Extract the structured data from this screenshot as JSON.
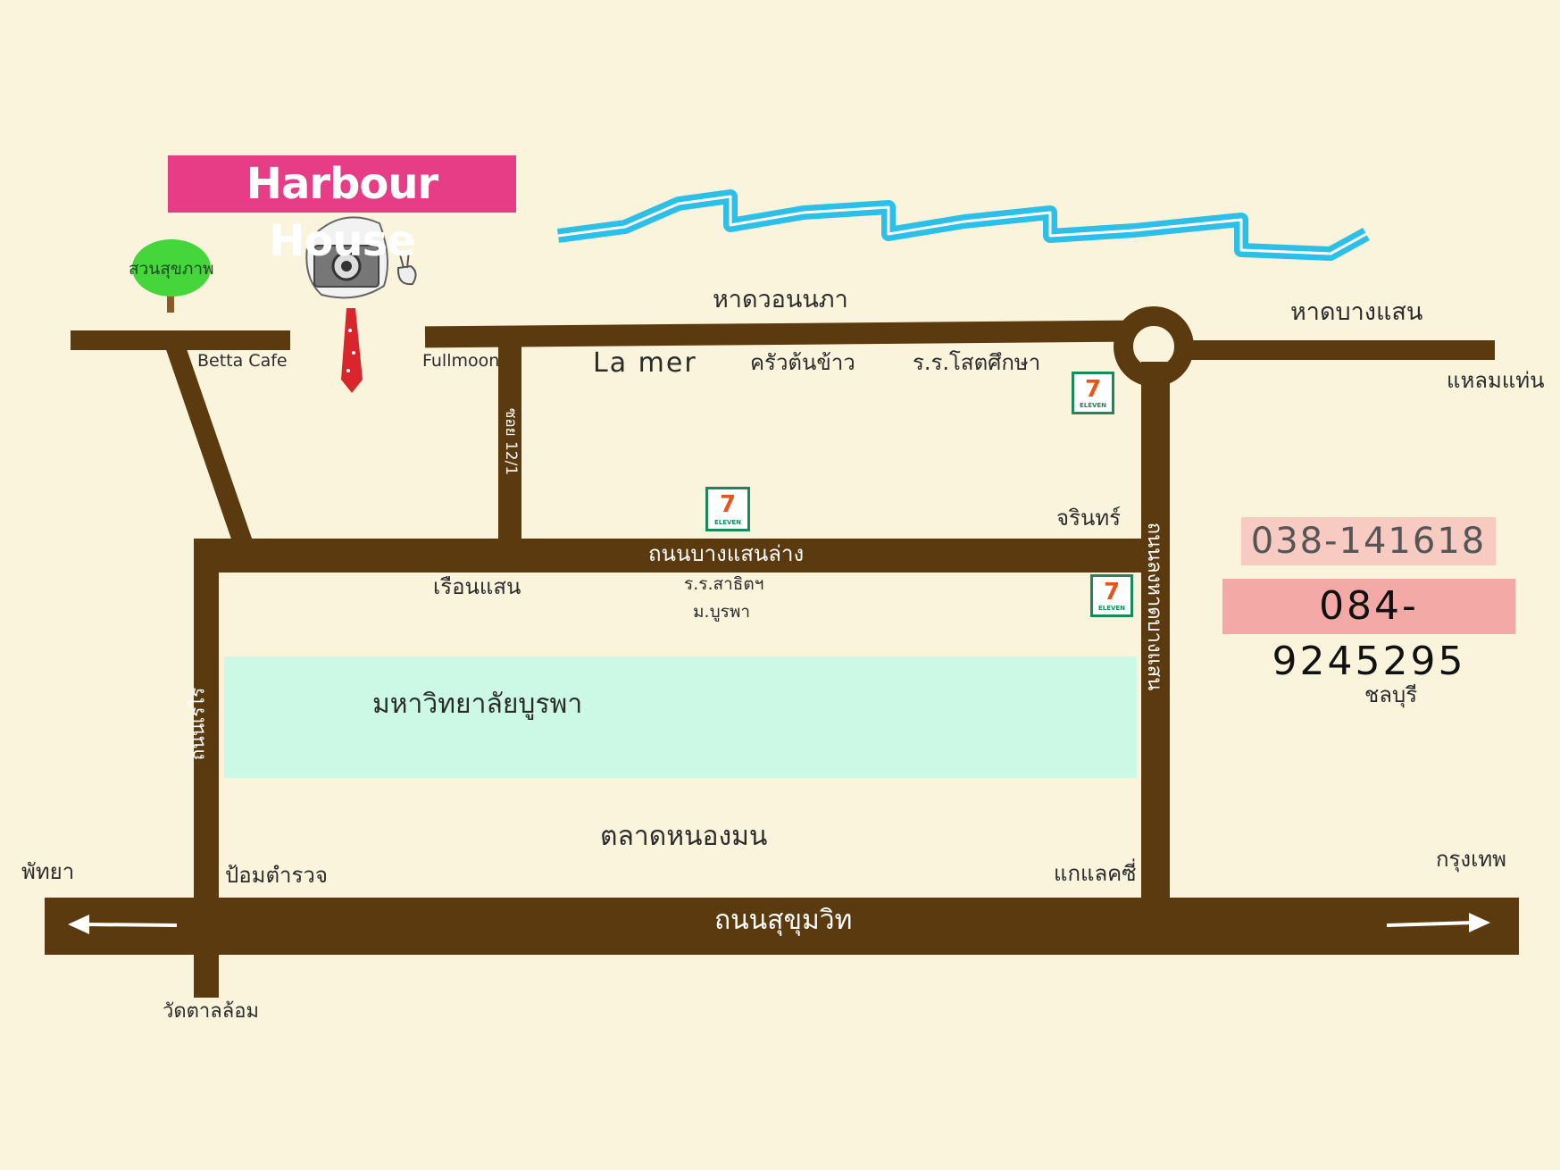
{
  "title": "Harbour House",
  "phones": {
    "phone1": "038-141618",
    "phone2": "084-9245295"
  },
  "places": {
    "park": "สวนสุขภาพ",
    "betta_cafe": "Betta Cafe",
    "fullmoon": "Fullmoon",
    "la_mer": "La mer",
    "krua_ton_khao": "ครัวต้นข้าว",
    "school_sod": "ร.ร.โสตศึกษา",
    "charin": "จรินทร์",
    "ruean_saen": "เรือนแสน",
    "satit_school": "ร.ร.สาธิตฯ",
    "burapha_short": "ม.บูรพา",
    "university": "มหาวิทยาลัยบูรพา",
    "market": "ตลาดหนองมน",
    "police_box": "ป้อมตำรวจ",
    "galaxy": "แกแลคซี่",
    "temple": "วัดตาลล้อม",
    "bang_saen_beach": "หาดบางแสน",
    "won_nopha_beach": "หาดวอนนภา",
    "laem_taen": "แหลมแท่น",
    "chonburi": "ชลบุรี",
    "pattaya": "พัทยา",
    "bangkok": "กรุงเทพ"
  },
  "roads": {
    "bang_saen_lang": "ถนนบางแสนล่าง",
    "sukhumvit": "ถนนสุขุมวิท",
    "soi": "ซอย 12/1",
    "long_hat": "ถนนลงหาดบางแสน",
    "rerai": "ถนนเรไร"
  },
  "colors": {
    "background": "#fbf4dd",
    "road": "#5a3a0e",
    "title_bg": "#e63d86",
    "sea": "#2cc0e8",
    "campus": "#ccf9e6",
    "phone1_bg": "#f7cbc1",
    "phone2_bg": "#f3a9a6"
  },
  "icons": [
    "tree-icon",
    "mascot-icon",
    "seven-eleven-icon",
    "left-arrow-icon",
    "right-arrow-icon",
    "roundabout-icon",
    "sea-wave-icon"
  ]
}
